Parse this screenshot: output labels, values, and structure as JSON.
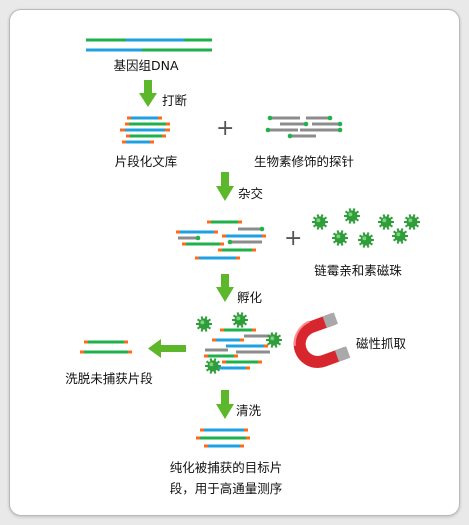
{
  "labels": {
    "genomic_dna": "基因组DNA",
    "fragment": "打断",
    "fragment_library": "片段化文库",
    "biotin_probe": "生物素修饰的探针",
    "hybridize": "杂交",
    "streptavidin_beads": "链霉亲和素磁珠",
    "incubate": "孵化",
    "magnetic_capture": "磁性抓取",
    "wash_out": "洗脱未捕获片段",
    "wash": "清洗",
    "purify_line1": "纯化被捕获的目标片",
    "purify_line2": "段，用于高通量测序",
    "plus1": "+",
    "plus2": "+"
  },
  "colors": {
    "dna_green": "#1db04b",
    "dna_blue": "#1fa0e0",
    "adapter_orange": "#ff6a1a",
    "probe_gray": "#8c8c8c",
    "biotin_green": "#22b04a",
    "arrow_green": "#5cb82a",
    "bead_green": "#2f9e3a",
    "magnet_red": "#d8262e",
    "magnet_gray": "#a9a9a9"
  }
}
